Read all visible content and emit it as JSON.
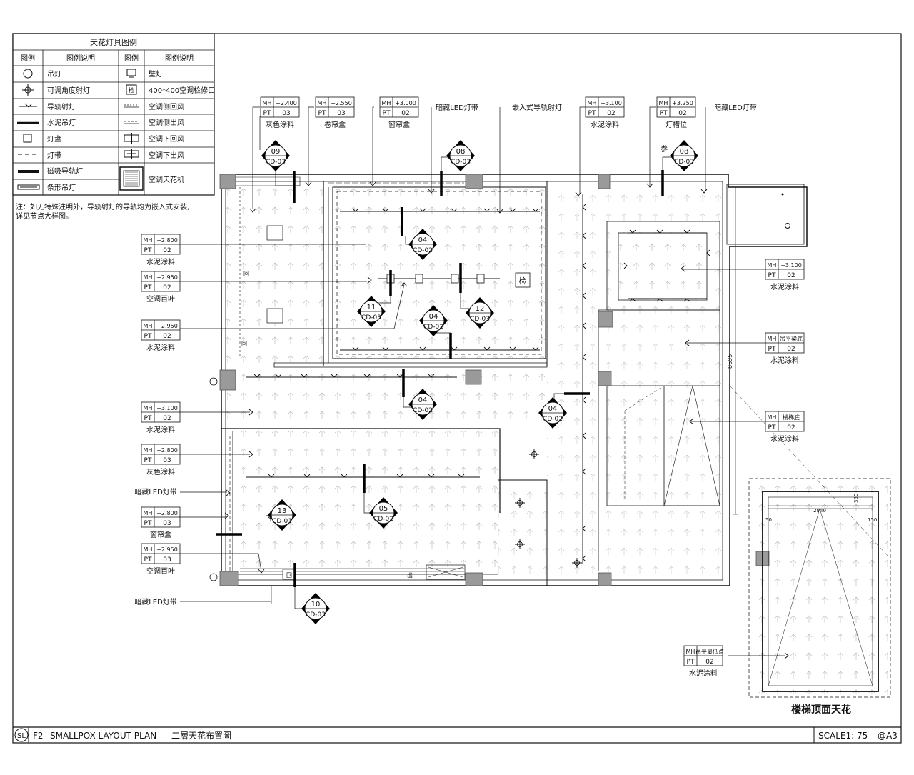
{
  "legend": {
    "title": "天花灯具图例",
    "headers": [
      "图例",
      "图例说明",
      "图例",
      "图例说明"
    ],
    "left": [
      {
        "icon": "pendant-lamp-icon",
        "label": "吊灯"
      },
      {
        "icon": "adjustable-spotlight-icon",
        "label": "可调角度射灯"
      },
      {
        "icon": "track-spotlight-icon",
        "label": "导轨射灯"
      },
      {
        "icon": "cement-pendant-icon",
        "label": "水泥吊灯"
      },
      {
        "icon": "light-panel-icon",
        "label": "灯盘"
      },
      {
        "icon": "light-strip-icon",
        "label": "灯带"
      },
      {
        "icon": "magnetic-track-icon",
        "label": "磁吸导轨灯"
      },
      {
        "icon": "linear-pendant-icon",
        "label": "条形吊灯"
      }
    ],
    "right": [
      {
        "icon": "wall-lamp-icon",
        "label": "壁灯"
      },
      {
        "icon": "inspection-hatch-icon",
        "label": "400*400空调检修口",
        "glyph": "检"
      },
      {
        "icon": "side-return-icon",
        "label": "空调侧回风"
      },
      {
        "icon": "side-supply-icon",
        "label": "空调侧出风"
      },
      {
        "icon": "down-return-icon",
        "label": "空调下回风"
      },
      {
        "icon": "down-supply-icon",
        "label": "空调下出风"
      },
      {
        "icon": "ceiling-ac-icon",
        "label": "空调天花机"
      }
    ]
  },
  "note": {
    "line1": "注：如无特殊注明外，导轨射灯的导轨均为嵌入式安装,",
    "line2": "详见节点大样图。"
  },
  "top_tags": [
    {
      "mh": "MH",
      "mhv": "+2.400",
      "pt": "PT",
      "ptv": "03",
      "desc": "灰色涂料"
    },
    {
      "mh": "MH",
      "mhv": "+2.550",
      "pt": "PT",
      "ptv": "03",
      "desc": "卷帘盒"
    },
    {
      "mh": "MH",
      "mhv": "+3.000",
      "pt": "PT",
      "ptv": "02",
      "desc": "窗帘盒"
    },
    {
      "mh": "MH",
      "mhv": "+3.100",
      "pt": "PT",
      "ptv": "02",
      "desc": "水泥涂料"
    },
    {
      "mh": "MH",
      "mhv": "+3.250",
      "pt": "PT",
      "ptv": "02",
      "desc": "灯槽位"
    }
  ],
  "top_labels": [
    "暗藏LED灯带",
    "嵌入式导轨射灯",
    "暗藏LED灯带"
  ],
  "left_tags": [
    {
      "mh": "MH",
      "mhv": "+2.800",
      "pt": "PT",
      "ptv": "02",
      "desc": "水泥涂料"
    },
    {
      "mh": "MH",
      "mhv": "+2.950",
      "pt": "PT",
      "ptv": "02",
      "desc": "空调百叶"
    },
    {
      "mh": "MH",
      "mhv": "+2.950",
      "pt": "PT",
      "ptv": "02",
      "desc": "水泥涂料"
    },
    {
      "mh": "MH",
      "mhv": "+3.100",
      "pt": "PT",
      "ptv": "02",
      "desc": "水泥涂料"
    },
    {
      "mh": "MH",
      "mhv": "+2.800",
      "pt": "PT",
      "ptv": "03",
      "desc": "灰色涂料"
    },
    {
      "mh": "MH",
      "mhv": "+2.800",
      "pt": "PT",
      "ptv": "03",
      "desc": "窗帘盒"
    },
    {
      "mh": "MH",
      "mhv": "+2.950",
      "pt": "PT",
      "ptv": "03",
      "desc": "空调百叶"
    }
  ],
  "left_labels": [
    "暗藏LED灯带",
    "暗藏LED灯带"
  ],
  "right_tags": [
    {
      "mh": "MH",
      "mhv": "+3.100",
      "pt": "PT",
      "ptv": "02",
      "desc": "水泥涂料"
    },
    {
      "mh": "MH",
      "mhv": "吊平梁底",
      "pt": "PT",
      "ptv": "02",
      "desc": "水泥涂料"
    },
    {
      "mh": "MH",
      "mhv": "楼梯底",
      "pt": "PT",
      "ptv": "02",
      "desc": "水泥涂料"
    },
    {
      "mh": "MH",
      "mhv": "吊平最低点",
      "pt": "PT",
      "ptv": "02",
      "desc": "水泥涂料"
    }
  ],
  "details": [
    {
      "num": "09",
      "ref": "CD-03"
    },
    {
      "num": "08",
      "ref": "CD-03"
    },
    {
      "num": "08",
      "ref": "CD-03",
      "prefix": "参"
    },
    {
      "num": "04",
      "ref": "CD-02"
    },
    {
      "num": "11",
      "ref": "CD-03"
    },
    {
      "num": "04",
      "ref": "CD-02"
    },
    {
      "num": "12",
      "ref": "CD-03"
    },
    {
      "num": "04",
      "ref": "CD-02"
    },
    {
      "num": "04",
      "ref": "CD-02"
    },
    {
      "num": "13",
      "ref": "CD-01"
    },
    {
      "num": "05",
      "ref": "CD-02"
    },
    {
      "num": "10",
      "ref": "CD-03"
    }
  ],
  "plan_marks": {
    "inspection": "检",
    "return": "回",
    "supply": "出"
  },
  "dimensions": {
    "height": "8695",
    "stair_width": "2940",
    "stair_top": "350",
    "left_gap": "50",
    "right_gap": "150"
  },
  "stair_title": "楼梯顶面天花",
  "title_block": {
    "badge": "SL",
    "floor": "F2",
    "name_en": "SMALLPOX LAYOUT PLAN",
    "name_cn": "二層天花布置圖",
    "scale": "SCALE1: 75",
    "sheet": "@A3"
  },
  "colors": {
    "line": "#111111",
    "column": "#9a9a9a",
    "hatch": "#b5b5b5"
  }
}
